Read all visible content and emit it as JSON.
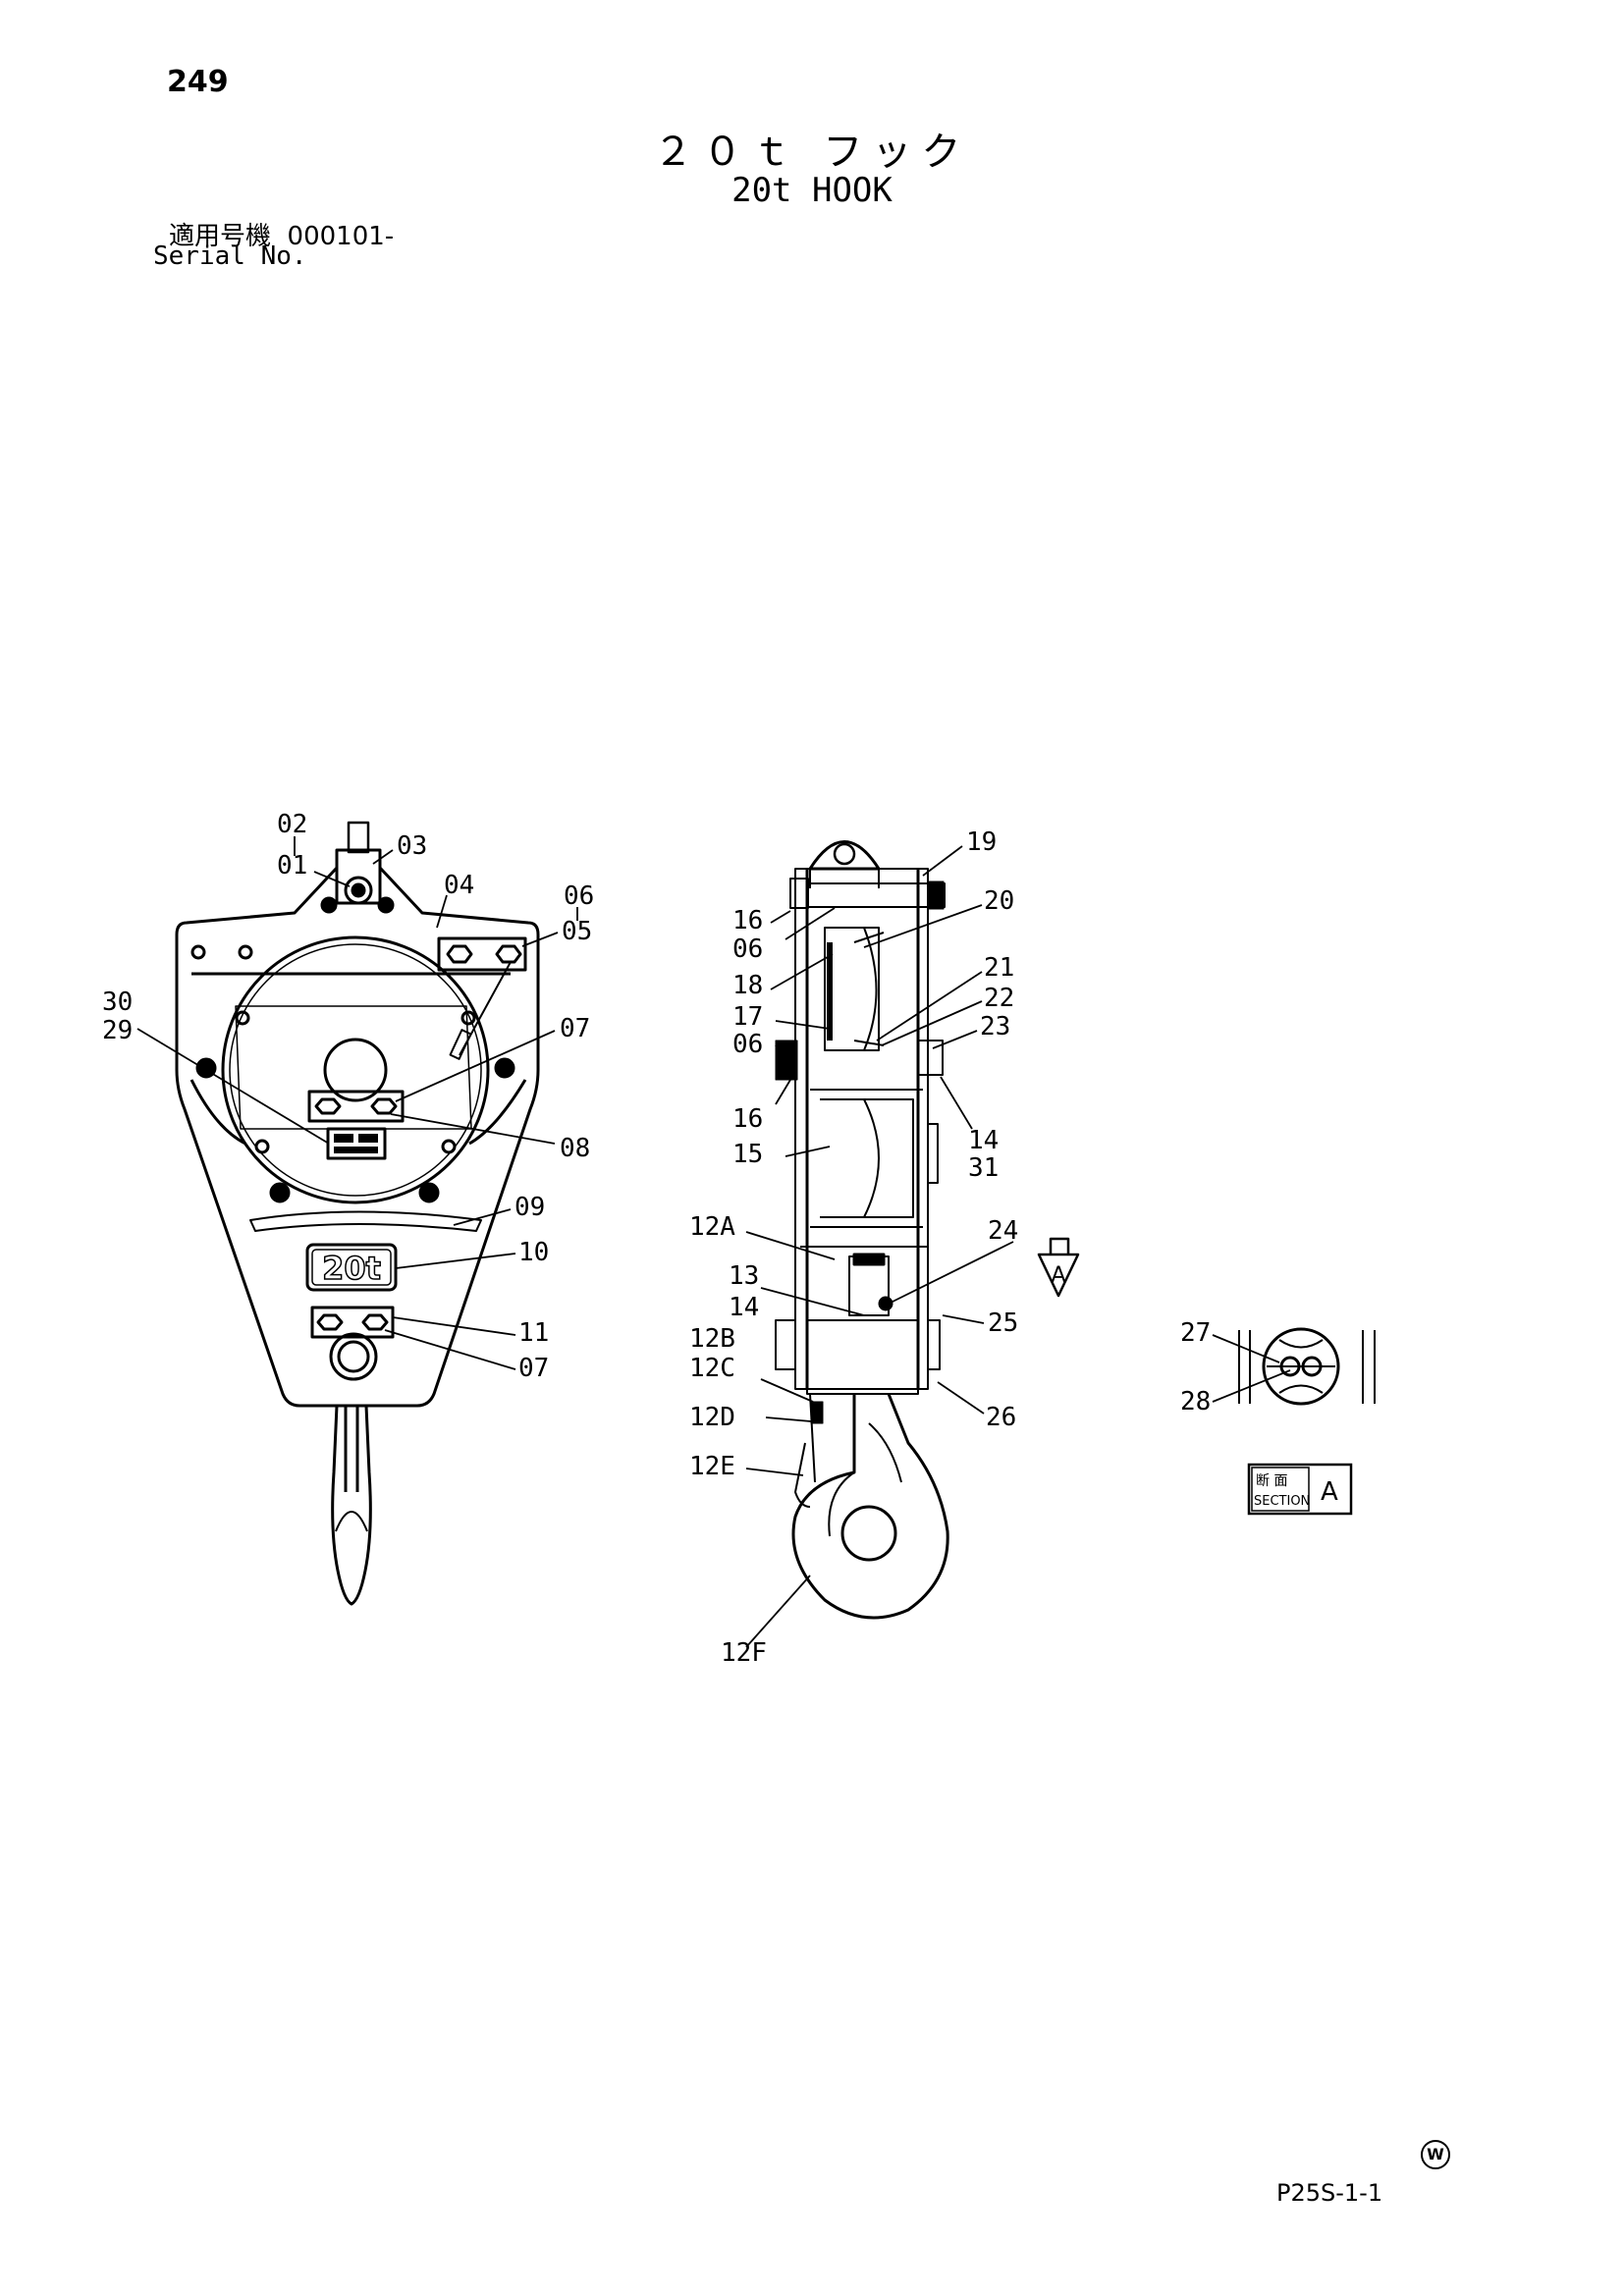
{
  "page_number": "249",
  "title_jp": "２０ｔ フック",
  "title_en": "20t HOOK",
  "serial_label_jp": "適用号機",
  "serial_value": "000101-",
  "serial_label_en": "Serial No.",
  "plate_text": "20t",
  "section_jp": "断 面",
  "section_en": "SECTION",
  "section_letter": "A",
  "view_arrow_letter": "A",
  "watermark": "W",
  "footer_code": "P25S-1-1",
  "front_view_labels": {
    "l02": "02",
    "l01": "01",
    "l03": "03",
    "l04": "04",
    "l06a": "06",
    "l05": "05",
    "l30": "30",
    "l29": "29",
    "l07a": "07",
    "l08": "08",
    "l09": "09",
    "l10": "10",
    "l11": "11",
    "l07b": "07"
  },
  "side_view_labels": {
    "l19": "19",
    "l16a": "16",
    "l06a": "06",
    "l20": "20",
    "l18": "18",
    "l21": "21",
    "l22": "22",
    "l17": "17",
    "l23": "23",
    "l06b": "06",
    "l16b": "16",
    "l14a": "14",
    "l31": "31",
    "l15": "15",
    "l12A": "12A",
    "l24": "24",
    "l13": "13",
    "l14b": "14",
    "l25": "25",
    "l12B": "12B",
    "l12C": "12C",
    "l26": "26",
    "l12D": "12D",
    "l12E": "12E",
    "l12F": "12F"
  },
  "section_view_labels": {
    "l27": "27",
    "l28": "28"
  }
}
